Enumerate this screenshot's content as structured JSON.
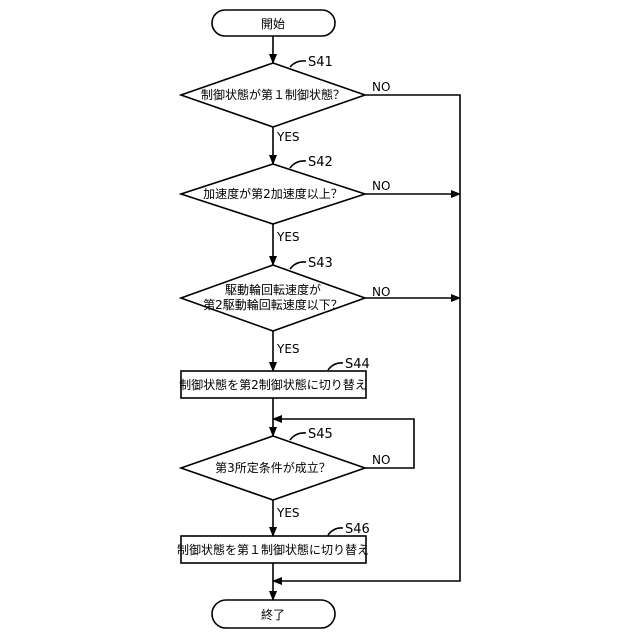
{
  "flowchart": {
    "start": "開始",
    "end": "終了",
    "steps": {
      "s41": {
        "id": "S41",
        "text": "制御状態が第１制御状態？"
      },
      "s42": {
        "id": "S42",
        "text": "加速度が第2加速度以上？"
      },
      "s43": {
        "id": "S43",
        "line1": "駆動輪回転速度が",
        "line2": "第2駆動輪回転速度以下？"
      },
      "s44": {
        "id": "S44",
        "text": "制御状態を第2制御状態に切り替え"
      },
      "s45": {
        "id": "S45",
        "text": "第3所定条件が成立？"
      },
      "s46": {
        "id": "S46",
        "text": "制御状態を第１制御状態に切り替え"
      }
    },
    "yes_label": "YES",
    "no_label": "NO"
  }
}
